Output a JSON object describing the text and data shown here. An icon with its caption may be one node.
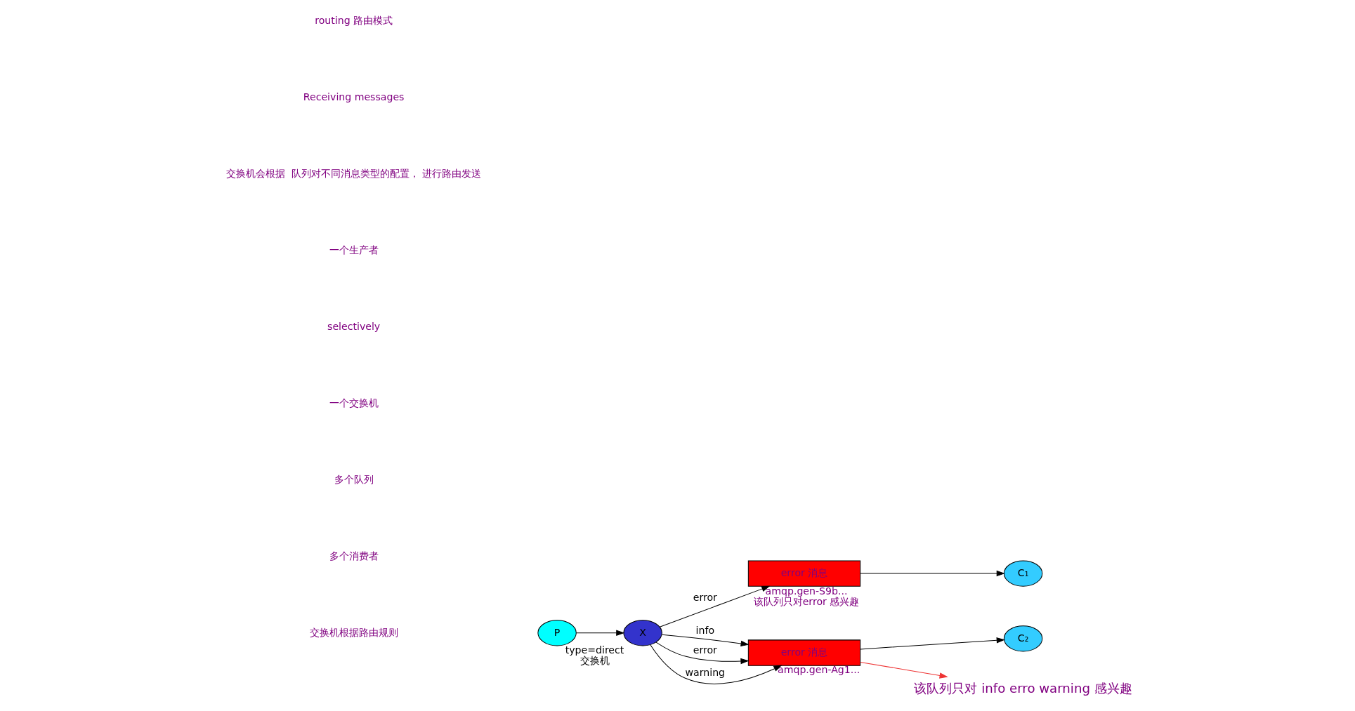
{
  "diagram": {
    "nodes": [
      {
        "text": [
          "P"
        ]
      },
      {
        "text": [
          "X"
        ],
        "beside": [
          "type=direct",
          "交换机"
        ]
      },
      {
        "text": [
          "error 消息"
        ],
        "beside": [
          "amqp.gen-S9b...",
          "该队列只对error 感兴趣"
        ]
      },
      {
        "text": [
          "C₁"
        ]
      },
      {
        "text": [
          "error 消息"
        ],
        "beside": [
          "amqp.gen-Ag1..."
        ]
      },
      {
        "text": [
          "C₂"
        ]
      },
      {
        "text": [
          "该队列只对 info erro warning 感兴趣"
        ]
      }
    ],
    "edges": [
      {
        "from": 0,
        "to": 1,
        "arrow": "to"
      },
      {
        "from": 1,
        "to": 2,
        "arrow": "to",
        "label": "error"
      },
      {
        "from": 1,
        "to": 4,
        "arrow": "to",
        "label": "info"
      },
      {
        "from": 1,
        "to": 4,
        "arrow": "to",
        "label": "error"
      },
      {
        "from": 1,
        "to": 4,
        "arrow": "to",
        "label": "warning"
      },
      {
        "from": 2,
        "to": 3,
        "arrow": "to"
      },
      {
        "from": 4,
        "to": 5,
        "arrow": "to"
      },
      {
        "from": 4,
        "to": 6,
        "arrow": "to",
        "color": "#ee3333"
      }
    ],
    "labels": [
      "routing 路由模式",
      "Receiving messages",
      "交换机会根据  队列对不同消息类型的配置， 进行路由发送",
      "一个生产者",
      "selectively",
      "一个交换机",
      "多个队列",
      "多个消费者",
      "交换机根据路由规则"
    ]
  }
}
